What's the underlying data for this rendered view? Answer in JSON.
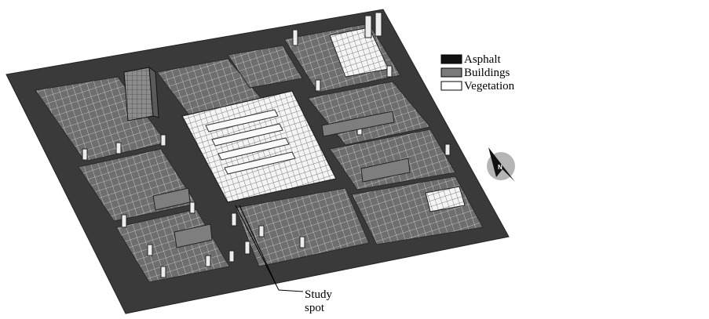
{
  "legend": {
    "items": [
      {
        "label": "Asphalt",
        "color": "#111111"
      },
      {
        "label": "Buildings",
        "color": "#7a7a7a"
      },
      {
        "label": "Vegetation",
        "color": "#ffffff"
      }
    ]
  },
  "annotation": {
    "line1": "Study",
    "line2": "spot"
  },
  "compass": {
    "label": "N"
  },
  "colors": {
    "asphalt": "#3a3a3a",
    "block": "#6f6f6f",
    "grid": "#e6e6e6",
    "vegetation": "#f2f2f2",
    "building": "#8a8a8a"
  }
}
